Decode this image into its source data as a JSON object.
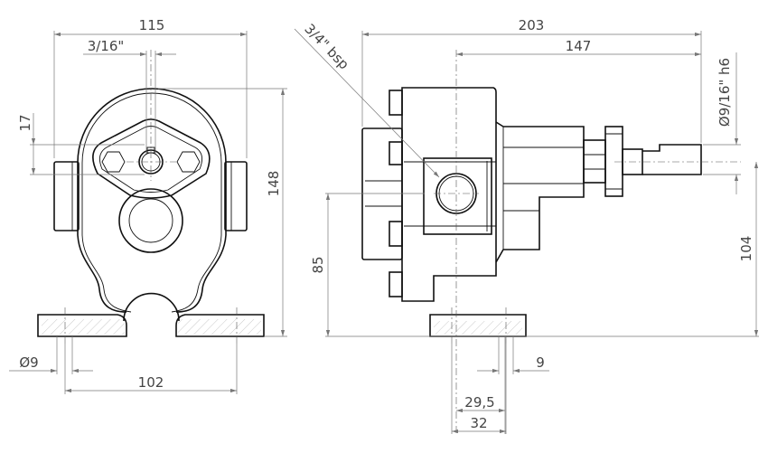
{
  "title": "Pump dimension drawing",
  "front_view": {
    "dims": {
      "width_overall": "115",
      "shaft_key": "3/16\"",
      "shaft_offset": "17",
      "height_overall": "148",
      "hole_diameter": "Ø9",
      "hole_spacing": "102"
    }
  },
  "side_view": {
    "dims": {
      "length_overall": "203",
      "port_to_shaft_end": "147",
      "port_thread": "3/4\" bsp",
      "shaft_diameter": "Ø9/16\" h6",
      "shaft_height": "104",
      "port_height": "85",
      "slot_width": "9",
      "foot_29_5": "29,5",
      "foot_32": "32"
    }
  }
}
